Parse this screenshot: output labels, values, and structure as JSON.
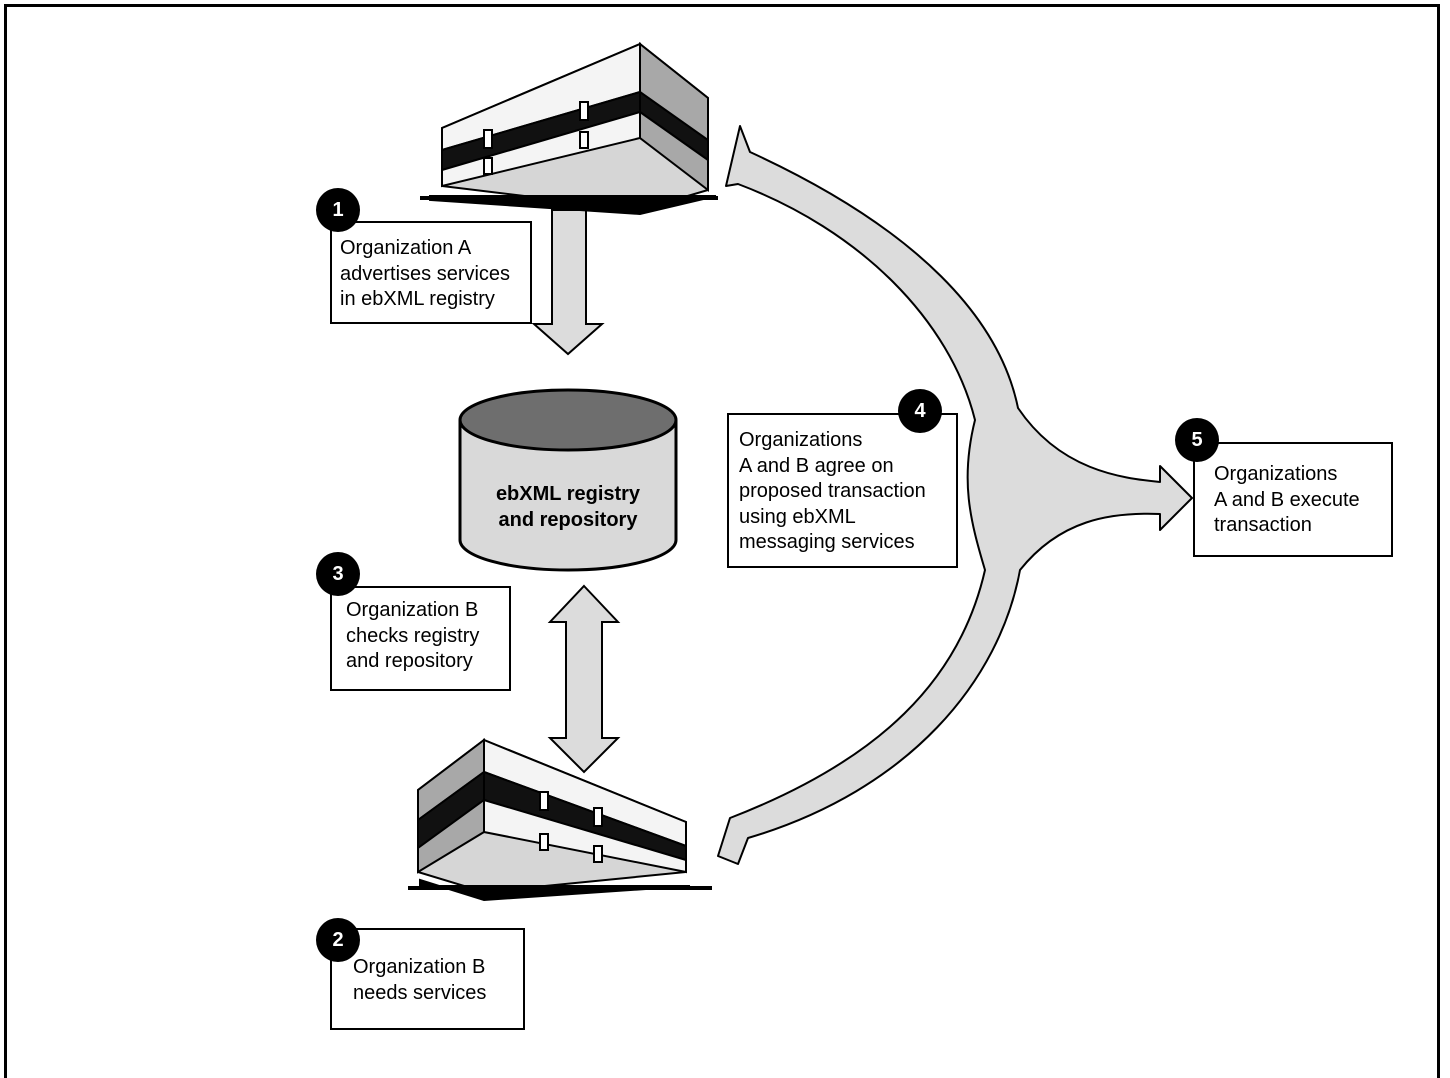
{
  "steps": [
    {
      "number": "1",
      "text": "Organization A\nadvertises services\nin ebXML registry"
    },
    {
      "number": "2",
      "text": "Organization B\nneeds services"
    },
    {
      "number": "3",
      "text": "Organization B\nchecks registry\nand repository"
    },
    {
      "number": "4",
      "text": "Organizations\nA and B agree on\nproposed transaction\nusing ebXML\nmessaging services"
    },
    {
      "number": "5",
      "text": "Organizations\nA and B execute\ntransaction"
    }
  ],
  "database": {
    "label": "ebXML registry\nand repository"
  },
  "colors": {
    "arrow_fill": "#dcdcdc",
    "db_top": "#6e6e6e",
    "db_body": "#d9d9d9",
    "building_face": "#d6d6d6"
  }
}
